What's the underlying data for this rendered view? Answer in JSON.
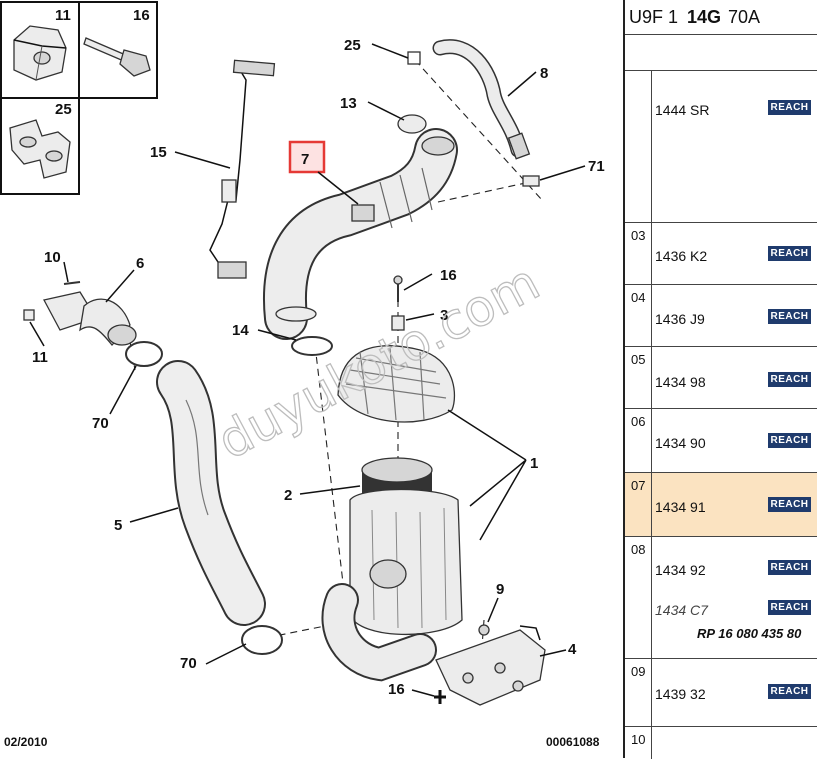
{
  "diagram": {
    "inset_labels": [
      "11",
      "16",
      "25"
    ],
    "part_labels": {
      "p25": "25",
      "p8": "8",
      "p13": "13",
      "p71": "71",
      "p15": "15",
      "p7": "7",
      "p10": "10",
      "p6": "6",
      "p11": "11",
      "p16a": "16",
      "p3": "3",
      "p14": "14",
      "p70a": "70",
      "p1": "1",
      "p2": "2",
      "p5": "5",
      "p9": "9",
      "p4": "4",
      "p70b": "70",
      "p16b": "16"
    },
    "highlight_color": "#e53935",
    "watermark": "duyukoto.com",
    "footer_date": "02/2010",
    "footer_ref": "00061088"
  },
  "panel": {
    "header": {
      "a": "U9F 1",
      "b": "14G",
      "c": "70A"
    },
    "badge_text": "REACH",
    "badge_color": "#1f3b6d",
    "selected_color": "#fbe3c1",
    "rows": [
      {
        "index": "",
        "ref": "1444 SR",
        "selected": false
      },
      {
        "index": "03",
        "ref": "1436 K2",
        "selected": false
      },
      {
        "index": "04",
        "ref": "1436 J9",
        "selected": false
      },
      {
        "index": "05",
        "ref": "1434 98",
        "selected": false
      },
      {
        "index": "06",
        "ref": "1434 90",
        "selected": false
      },
      {
        "index": "07",
        "ref": "1434 91",
        "selected": true
      },
      {
        "index": "08",
        "ref": "1434 92",
        "ref_alt": "1434 C7",
        "note": "RP 16 080 435 80",
        "selected": false
      },
      {
        "index": "09",
        "ref": "1439 32",
        "selected": false
      },
      {
        "index": "10",
        "ref": "",
        "selected": false
      }
    ]
  }
}
